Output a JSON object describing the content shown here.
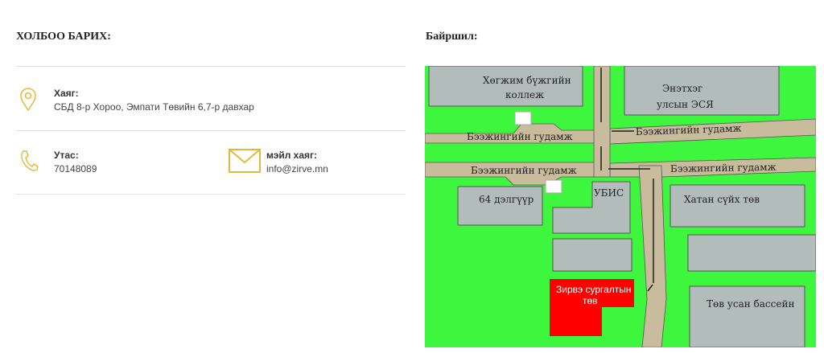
{
  "contact": {
    "title": "ХОЛБОО БАРИХ:",
    "address": {
      "label": "Хаяг:",
      "value": "СБД 8-р Хороо, Эмпати Төвийн 6,7-р давхар"
    },
    "phone": {
      "label": "Утас:",
      "value": "70148089"
    },
    "email": {
      "label": "мэйл хаяг:",
      "value": "info@zirve.mn"
    }
  },
  "location": {
    "title": "Байршил:",
    "map": {
      "buildings": [
        "Хөгжим бүжгийн",
        "коллеж",
        "Энэтхэг",
        "улсын ЭСЯ",
        "64 дэлгүүр",
        "УБИС",
        "Хатан сүйх төв",
        "Зирвэ сургалтын",
        "төв",
        "Төв усан бассейн"
      ],
      "streets": [
        "Бээжингийн гудамж",
        "Бээжингийн гудамж",
        "Бээжингийн гудамж",
        "Бээжингийн гудамж"
      ]
    }
  },
  "colors": {
    "accent": "#e3b93b",
    "grass": "#3ff63f",
    "road": "#c8bc9c",
    "building": "#b2bcbb",
    "target": "#ff0000"
  }
}
